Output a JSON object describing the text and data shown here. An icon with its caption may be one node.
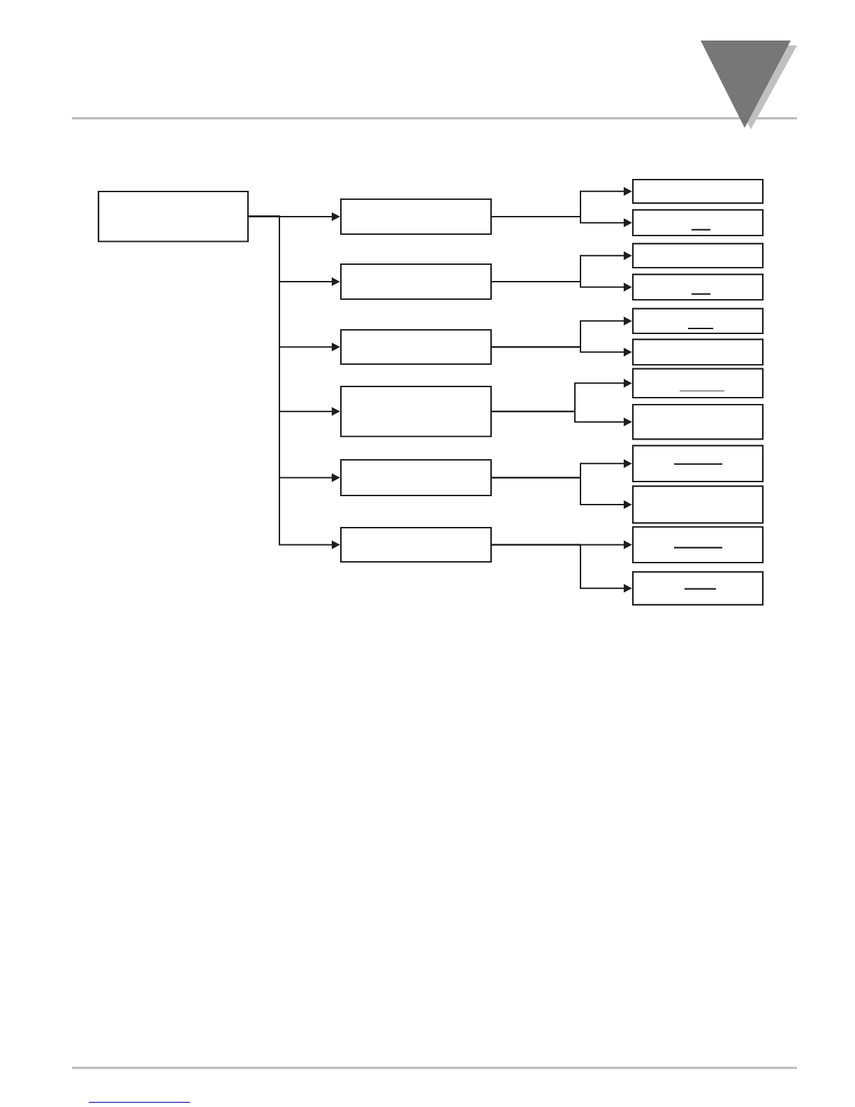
{
  "diagram": {
    "nodes": [
      {
        "text": [],
        "shape": "box"
      },
      {
        "text": [],
        "shape": "box"
      },
      {
        "text": [],
        "shape": "box"
      },
      {
        "text": [],
        "shape": "box"
      },
      {
        "text": [],
        "shape": "box"
      },
      {
        "text": [],
        "shape": "box"
      },
      {
        "text": [],
        "shape": "box"
      },
      {
        "text": [],
        "shape": "box"
      },
      {
        "text": [],
        "shape": "box"
      },
      {
        "text": [],
        "shape": "box"
      },
      {
        "text": [],
        "shape": "box"
      },
      {
        "text": [],
        "shape": "box"
      },
      {
        "text": [],
        "shape": "box"
      },
      {
        "text": [],
        "shape": "box"
      },
      {
        "text": [],
        "shape": "box"
      },
      {
        "text": [],
        "shape": "box"
      },
      {
        "text": [],
        "shape": "box"
      },
      {
        "text": [],
        "shape": "box"
      },
      {
        "text": [],
        "shape": "box"
      }
    ],
    "edges": [
      {
        "from": 0,
        "to": 1,
        "arrow": "to"
      },
      {
        "from": 0,
        "to": 2,
        "arrow": "to"
      },
      {
        "from": 0,
        "to": 3,
        "arrow": "to"
      },
      {
        "from": 0,
        "to": 4,
        "arrow": "to"
      },
      {
        "from": 0,
        "to": 5,
        "arrow": "to"
      },
      {
        "from": 0,
        "to": 6,
        "arrow": "to"
      },
      {
        "from": 1,
        "to": 7,
        "arrow": "to"
      },
      {
        "from": 1,
        "to": 8,
        "arrow": "to"
      },
      {
        "from": 2,
        "to": 9,
        "arrow": "to"
      },
      {
        "from": 2,
        "to": 10,
        "arrow": "to"
      },
      {
        "from": 3,
        "to": 11,
        "arrow": "to"
      },
      {
        "from": 3,
        "to": 12,
        "arrow": "to"
      },
      {
        "from": 4,
        "to": 13,
        "arrow": "to"
      },
      {
        "from": 4,
        "to": 14,
        "arrow": "to"
      },
      {
        "from": 5,
        "to": 15,
        "arrow": "to"
      },
      {
        "from": 5,
        "to": 16,
        "arrow": "to"
      },
      {
        "from": 6,
        "to": 17,
        "arrow": "to"
      },
      {
        "from": 6,
        "to": 18,
        "arrow": "to"
      }
    ]
  }
}
